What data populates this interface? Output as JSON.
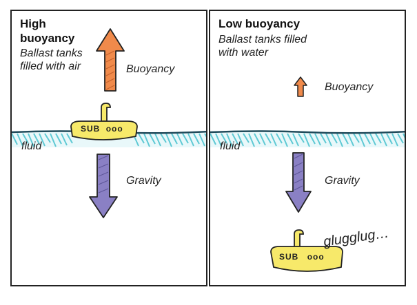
{
  "left_panel": {
    "title": "High buoyancy",
    "subtitle_line1": "Ballast tanks",
    "subtitle_line2": "filled with air",
    "buoyancy_label": "Buoyancy",
    "gravity_label": "Gravity",
    "fluid_label": "fluid",
    "sub_label": "SUB",
    "sub_portholes": "ooo"
  },
  "right_panel": {
    "title": "Low buoyancy",
    "subtitle_line1": "Ballast tanks filled",
    "subtitle_line2": "with water",
    "buoyancy_label": "Buoyancy",
    "gravity_label": "Gravity",
    "fluid_label": "fluid",
    "sub_label": "SUB",
    "sub_portholes": "ooo",
    "sound_text": "glugglug…"
  },
  "colors": {
    "buoyancy_arrow": "#f08a4b",
    "gravity_arrow": "#8a80c4",
    "water": "#5ec9d4",
    "water_line": "#1f4a5a",
    "submarine": "#f7e96a",
    "outline": "#222222"
  }
}
